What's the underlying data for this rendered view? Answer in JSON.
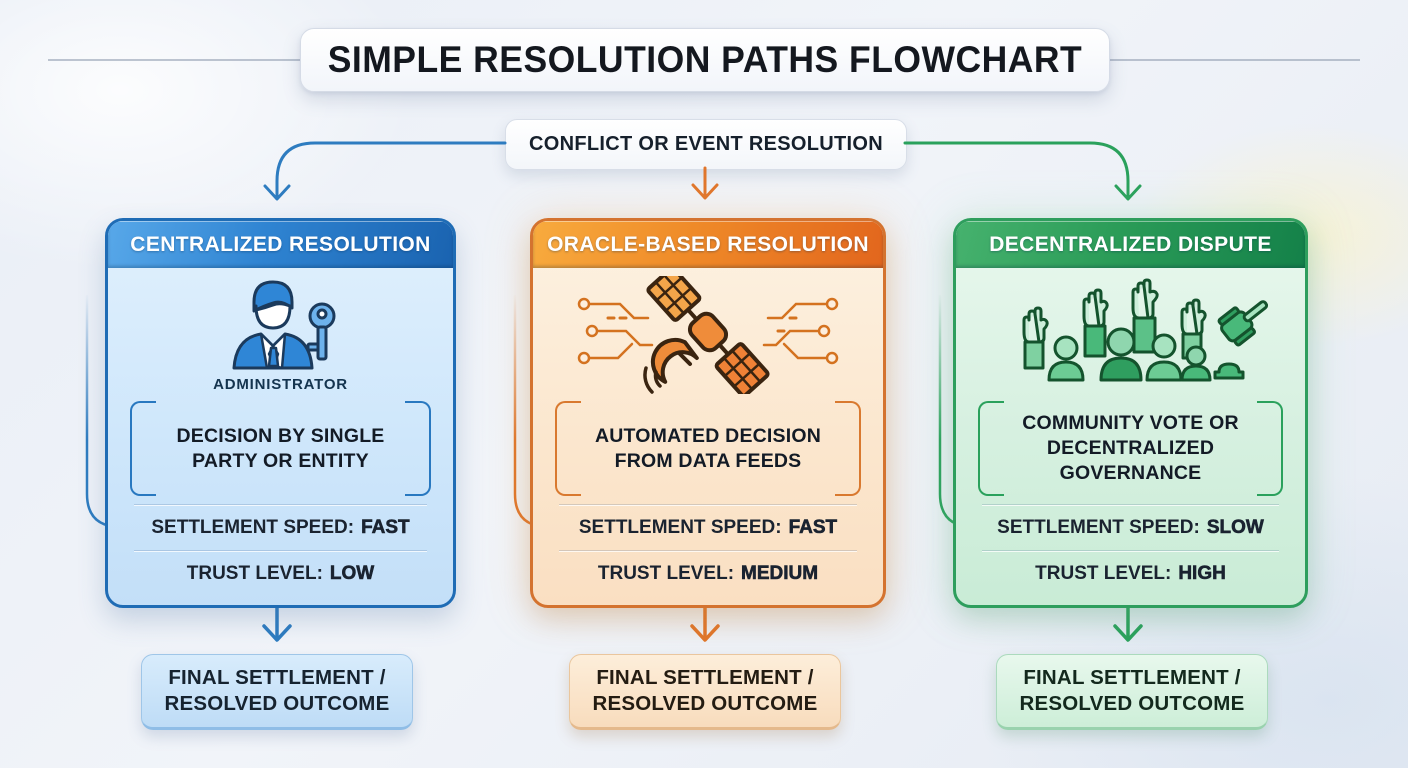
{
  "page": {
    "title": "SIMPLE RESOLUTION PATHS FLOWCHART",
    "root_node": "CONFLICT OR EVENT RESOLUTION"
  },
  "colors": {
    "centralized_accent": "#1f6cb5",
    "oracle_accent": "#d9722c",
    "decentralized_accent": "#2a9e5c",
    "background": "#edf1f7"
  },
  "columns": [
    {
      "id": "centralized",
      "header": "CENTRALIZED RESOLUTION",
      "icon": "administrator-key-icon",
      "icon_caption": "ADMINISTRATOR",
      "description": "DECISION BY SINGLE\nPARTY OR ENTITY",
      "settlement_label": "SETTLEMENT SPEED:",
      "settlement_value": "FAST",
      "trust_label": "TRUST LEVEL:",
      "trust_value": "LOW",
      "outcome": "FINAL SETTLEMENT /\nRESOLVED OUTCOME"
    },
    {
      "id": "oracle",
      "header": "ORACLE-BASED RESOLUTION",
      "icon": "oracle-satellite-icon",
      "icon_caption": "",
      "description": "AUTOMATED DECISION\nFROM DATA FEEDS",
      "settlement_label": "SETTLEMENT SPEED:",
      "settlement_value": "FAST",
      "trust_label": "TRUST LEVEL:",
      "trust_value": "MEDIUM",
      "outcome": "FINAL SETTLEMENT /\nRESOLVED OUTCOME"
    },
    {
      "id": "decentralized",
      "header": "DECENTRALIZED DISPUTE",
      "icon": "community-vote-gavel-icon",
      "icon_caption": "",
      "description": "COMMUNITY VOTE OR\nDECENTRALIZED\nGOVERNANCE",
      "settlement_label": "SETTLEMENT SPEED:",
      "settlement_value": "SLOW",
      "trust_label": "TRUST LEVEL:",
      "trust_value": "HIGH",
      "outcome": "FINAL SETTLEMENT /\nRESOLVED OUTCOME"
    }
  ]
}
